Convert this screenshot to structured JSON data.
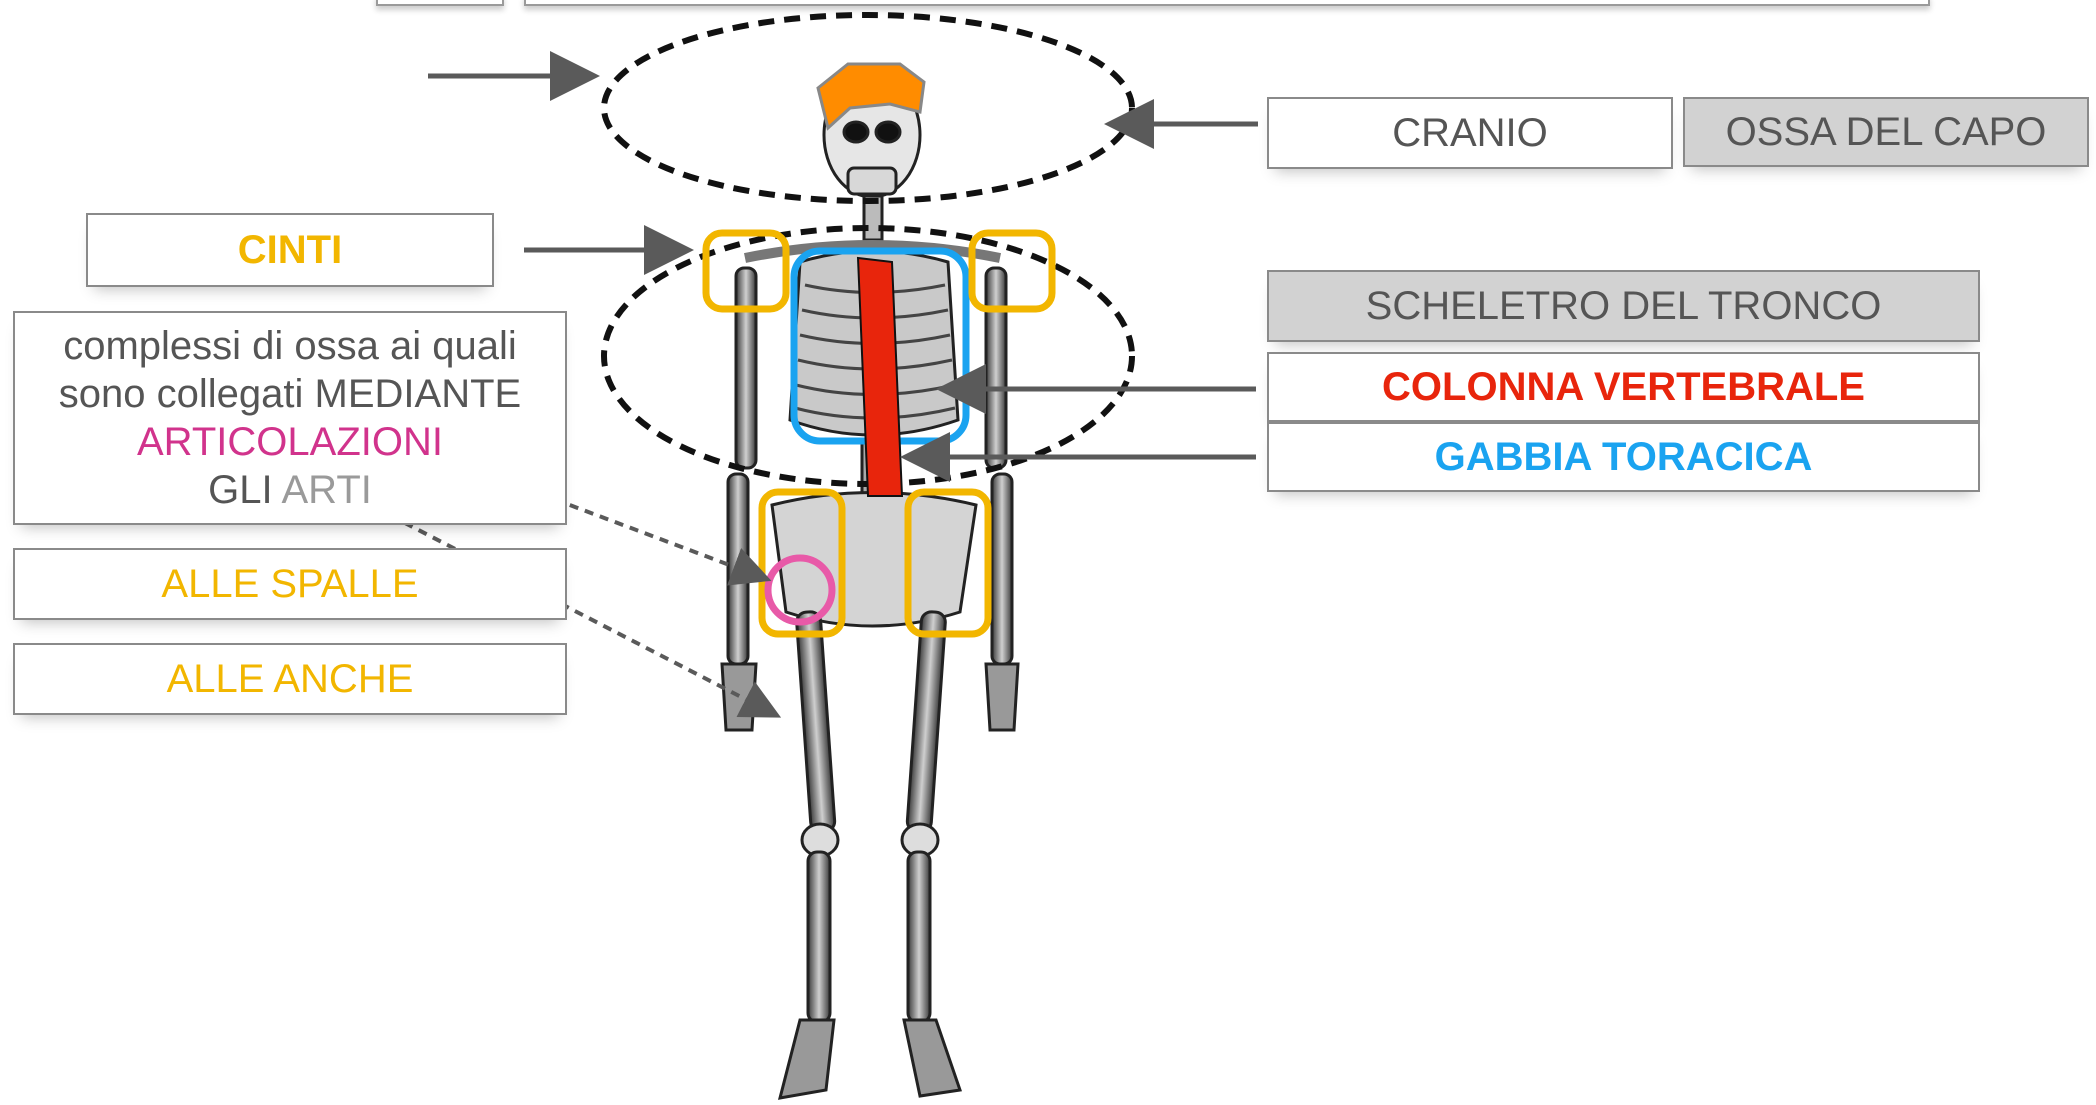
{
  "labels": {
    "cranio": "CRANIO",
    "ossa_del_capo": "OSSA DEL CAPO",
    "scheletro_del_tronco": "SCHELETRO DEL TRONCO",
    "colonna_vertebrale": "COLONNA VERTEBRALE",
    "gabbia_toracica": "GABBIA TORACICA",
    "cinti": "CINTI",
    "alle_spalle": "ALLE SPALLE",
    "alle_anche": "ALLE ANCHE"
  },
  "description": {
    "line1": "complessi di ossa ai quali",
    "line2": "sono collegati MEDIANTE",
    "line3": "ARTICOLAZIONI",
    "line4_a": "GLI ",
    "line4_b": "ARTI"
  },
  "colors": {
    "cinti": "#f2b600",
    "colonna_vertebrale": "#e8250c",
    "gabbia_toracica": "#1aa3f0",
    "articolazioni": "#d1338c",
    "cranio_highlight": "#ff8c00",
    "arrow": "#5a5a5a",
    "text": "#555555"
  }
}
